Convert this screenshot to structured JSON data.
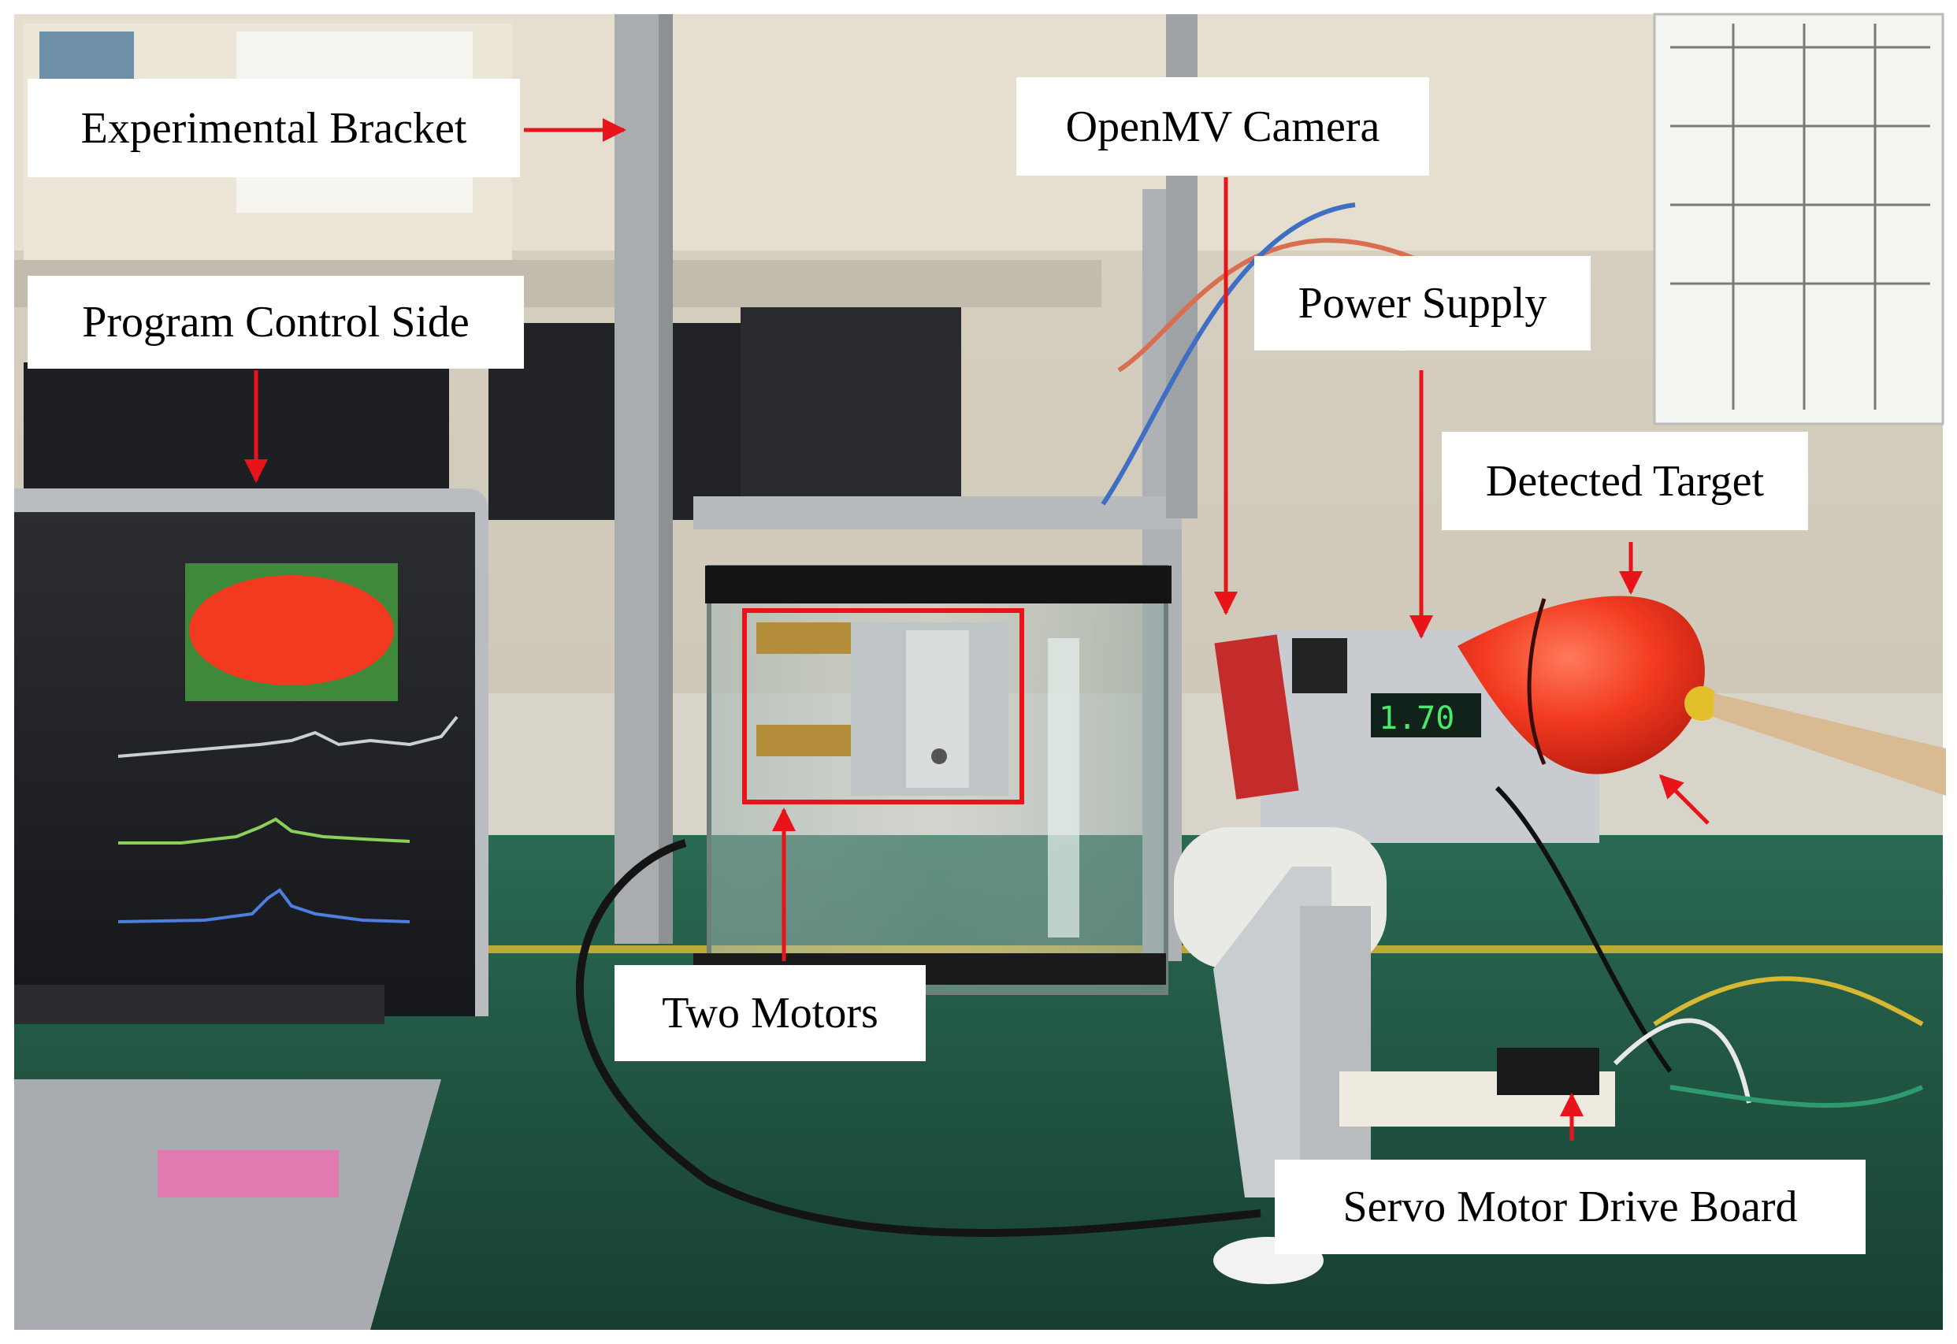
{
  "figure": {
    "labels": {
      "experimental_bracket": "Experimental Bracket",
      "openmv_camera": "OpenMV Camera",
      "program_control_side": "Program Control Side",
      "power_supply": "Power Supply",
      "detected_target": "Detected Target",
      "two_motors": "Two Motors",
      "servo_motor_drive_board": "Servo Motor Drive Board"
    },
    "power_supply_readout": "1.70",
    "colors": {
      "annotation_arrow": "#e8141a",
      "target_red": "#f03a22",
      "bench_green": "#1f5a45"
    }
  }
}
